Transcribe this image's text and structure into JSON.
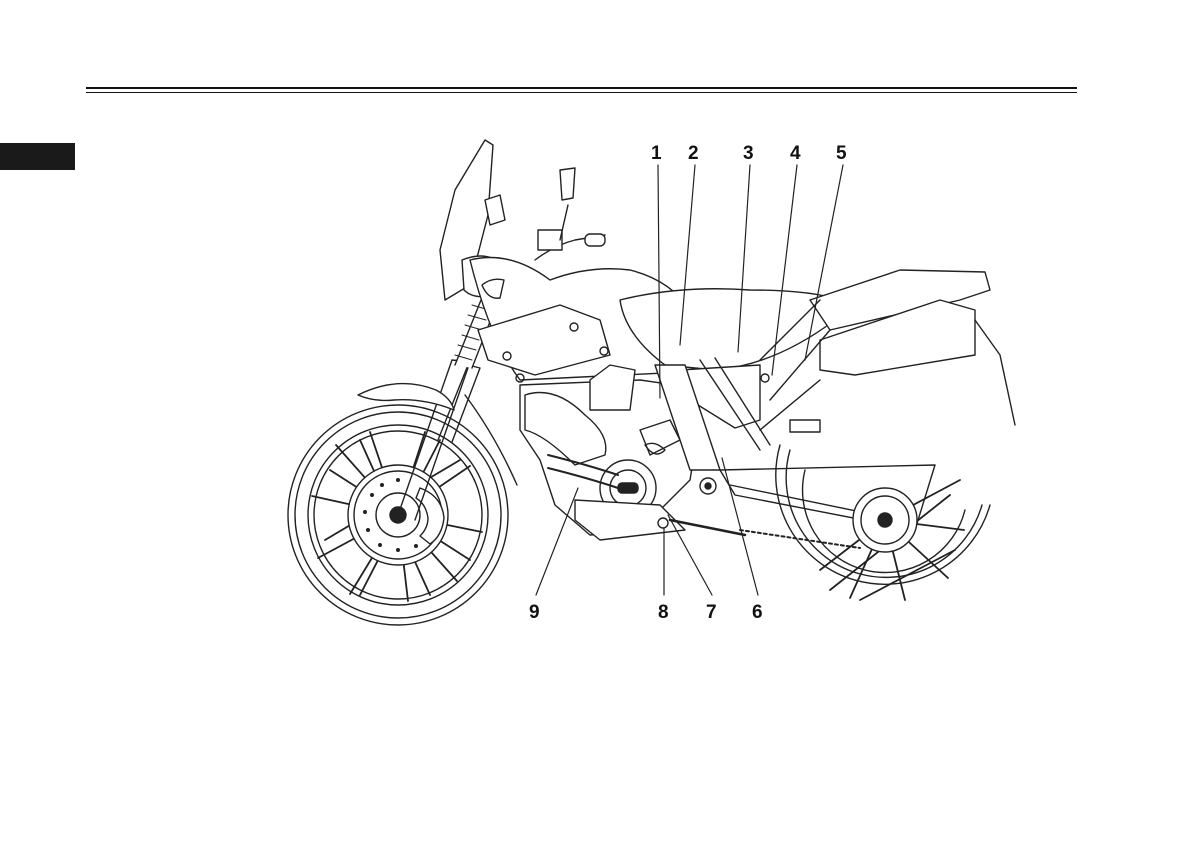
{
  "header": {
    "side_tab_color": "#1a1a1a"
  },
  "figure": {
    "subject": "motorcycle-left-side-view",
    "callouts": [
      "1",
      "2",
      "3",
      "4",
      "5",
      "6",
      "7",
      "8",
      "9"
    ]
  }
}
